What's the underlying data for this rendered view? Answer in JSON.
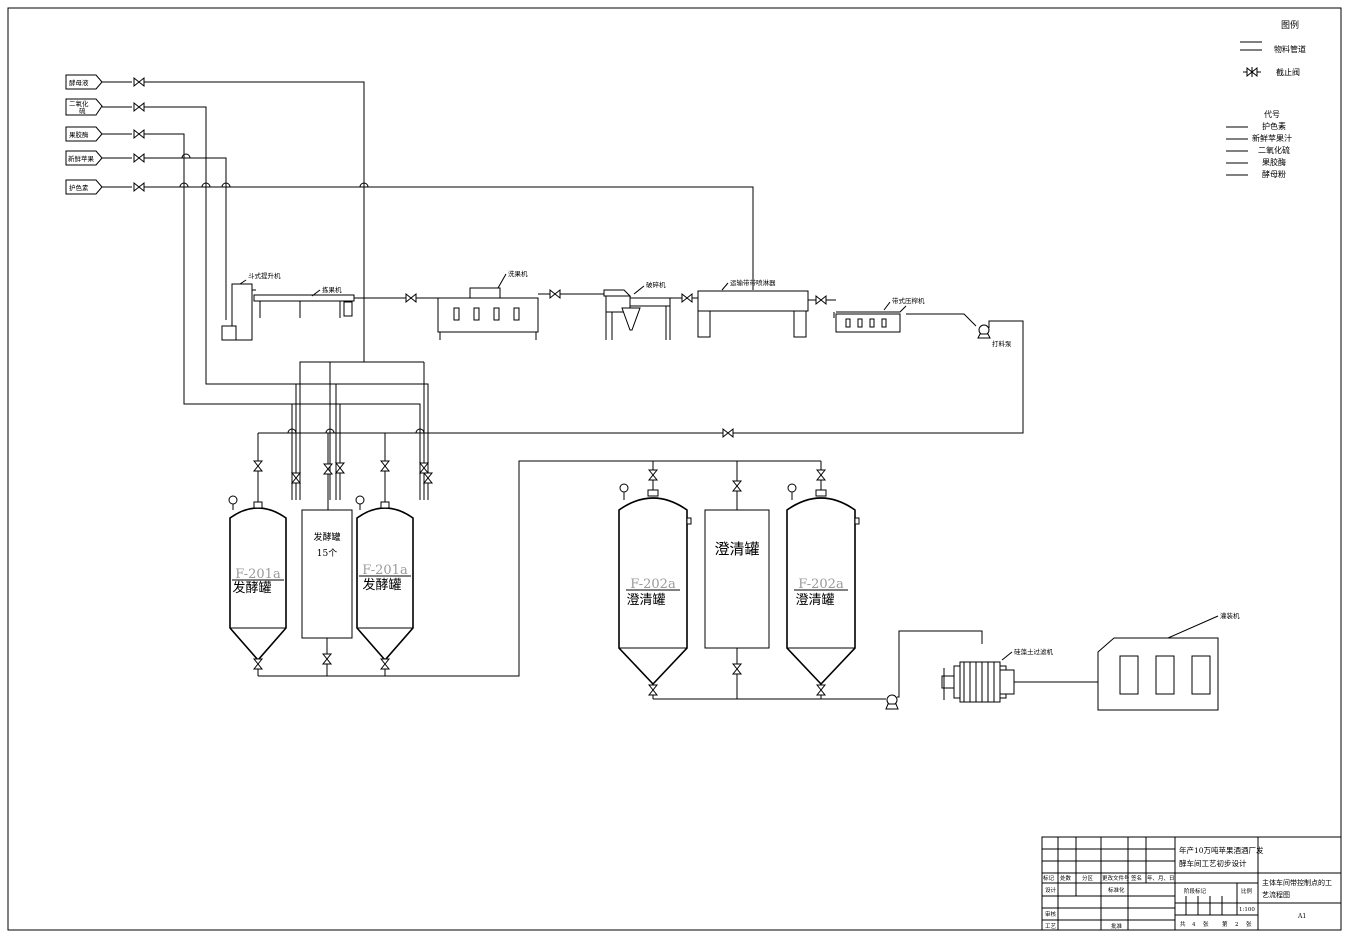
{
  "legend": {
    "title": "图例",
    "items": [
      {
        "label": "物料管道",
        "icon": "pipe-line-icon"
      },
      {
        "label": "截止阀",
        "icon": "globe-valve-icon"
      }
    ]
  },
  "codes": {
    "title": "代号",
    "items": [
      "护色素",
      "新鲜苹果汁",
      "二氧化硫",
      "果胶酶",
      "酵母粉"
    ]
  },
  "inputs": [
    {
      "label": "酵母液"
    },
    {
      "label_line1": "二氧化",
      "label_line2": "硫"
    },
    {
      "label": "果胶酶"
    },
    {
      "label": "新鲜苹果"
    },
    {
      "label": "护色素"
    }
  ],
  "equipment": {
    "bucket_elevator": "斗式提升机",
    "sorter": "拣果机",
    "washer": "洗果机",
    "crusher": "破碎机",
    "conveyor_sprayer": "运输带带喷淋器",
    "belt_press": "带式压榨机",
    "pump": "打料泵",
    "ferment_center_line1": "发酵罐",
    "ferment_center_line2": "15个",
    "ferment_tank_code": "F-201a",
    "ferment_tank_name": "发酵罐",
    "clarify_center": "澄清罐",
    "clarify_tank_code": "F-202a",
    "clarify_tank_name": "澄清罐",
    "diatomite_filter": "硅藻土过滤机",
    "filling_machine": "灌装机"
  },
  "title_block": {
    "project_line1": "年产10万吨苹果酒酒厂发",
    "project_line2": "酵车间工艺初步设计",
    "drawing_line1": "主体车间带控制点的工",
    "drawing_line2": "艺流程图",
    "mark": "标记",
    "count": "处数",
    "zone": "分区",
    "doc_no": "更改文件号",
    "sign": "签名",
    "date": "年、月、日",
    "design": "设计",
    "standardize": "标准化",
    "stage_mark": "阶段标记",
    "weight_label": "比例",
    "scale": "1:100",
    "review": "审核",
    "process": "工艺",
    "approve": "批准",
    "sheets_total": "共",
    "sheets_total_num": "4",
    "sheets_unit": "张",
    "sheet_no": "第",
    "sheet_no_num": "2",
    "sheet_unit": "张",
    "size": "A1"
  }
}
